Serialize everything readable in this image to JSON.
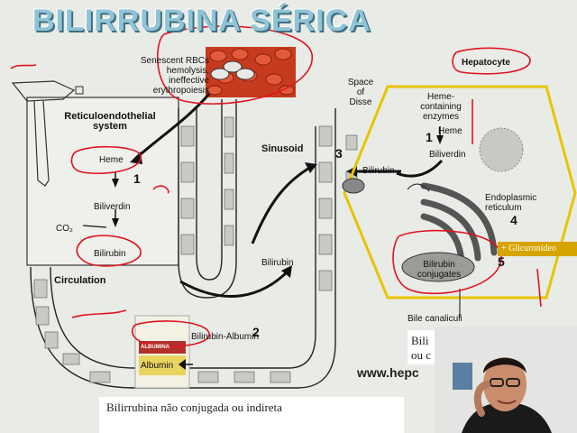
{
  "slide": {
    "title": "BILIRRUBINA SÉRICA",
    "labels": {
      "senescent": "Senescent RBCs",
      "hemolysis": "hemolysis,",
      "ineffective": "ineffective erythropoiesis",
      "reticulo_1": "Reticuloendothelial",
      "reticulo_2": "system",
      "heme": "Heme",
      "biliverdin": "Biliverdin",
      "co2": "CO₂",
      "bilirubin_ret": "Bilirubin",
      "circulation": "Circulation",
      "sinusoid": "Sinusoid",
      "space_1": "Space",
      "space_2": "of",
      "space_3": "Disse",
      "bilirubin_mid": "Bilirubin",
      "bilirubin_albumin": "Bilirubin-Albumin",
      "albumin_box": "ALBUMINA",
      "albumin": "Albumin",
      "hepatocyte": "Hepatocyte",
      "heme_containing_1": "Heme-containing",
      "heme_containing_2": "enzymes",
      "heme_hep": "Heme",
      "biliverdin_hep": "Biliverdin",
      "bilirubin_hep": "Bilirubin",
      "endoplasmic_1": "Endoplasmic",
      "endoplasmic_2": "reticulum",
      "bilirubin_conj_1": "Bilirubin",
      "bilirubin_conj_2": "conjugates",
      "bile_canaliculi": "Bile canaliculi",
      "website": "www.hepc",
      "bili_partial": "Bili",
      "ou_partial": "ou c"
    },
    "numbers": {
      "n1_ret": "1",
      "n1_hep": "1",
      "n2": "2",
      "n3": "3",
      "n4": "4",
      "n5": "5"
    },
    "annotation_glucuronide": "+ Glicuronídeo",
    "caption_unconjugated": "Bilirrubina não conjugada ou indireta"
  },
  "colors": {
    "title_fill": "#8fc3d6",
    "annotation_red": "#e0141e",
    "hepatocyte_outline": "#e8c400",
    "glucuronide_bg": "#d6a400"
  },
  "icons": {
    "webcam": "presenter-video"
  }
}
